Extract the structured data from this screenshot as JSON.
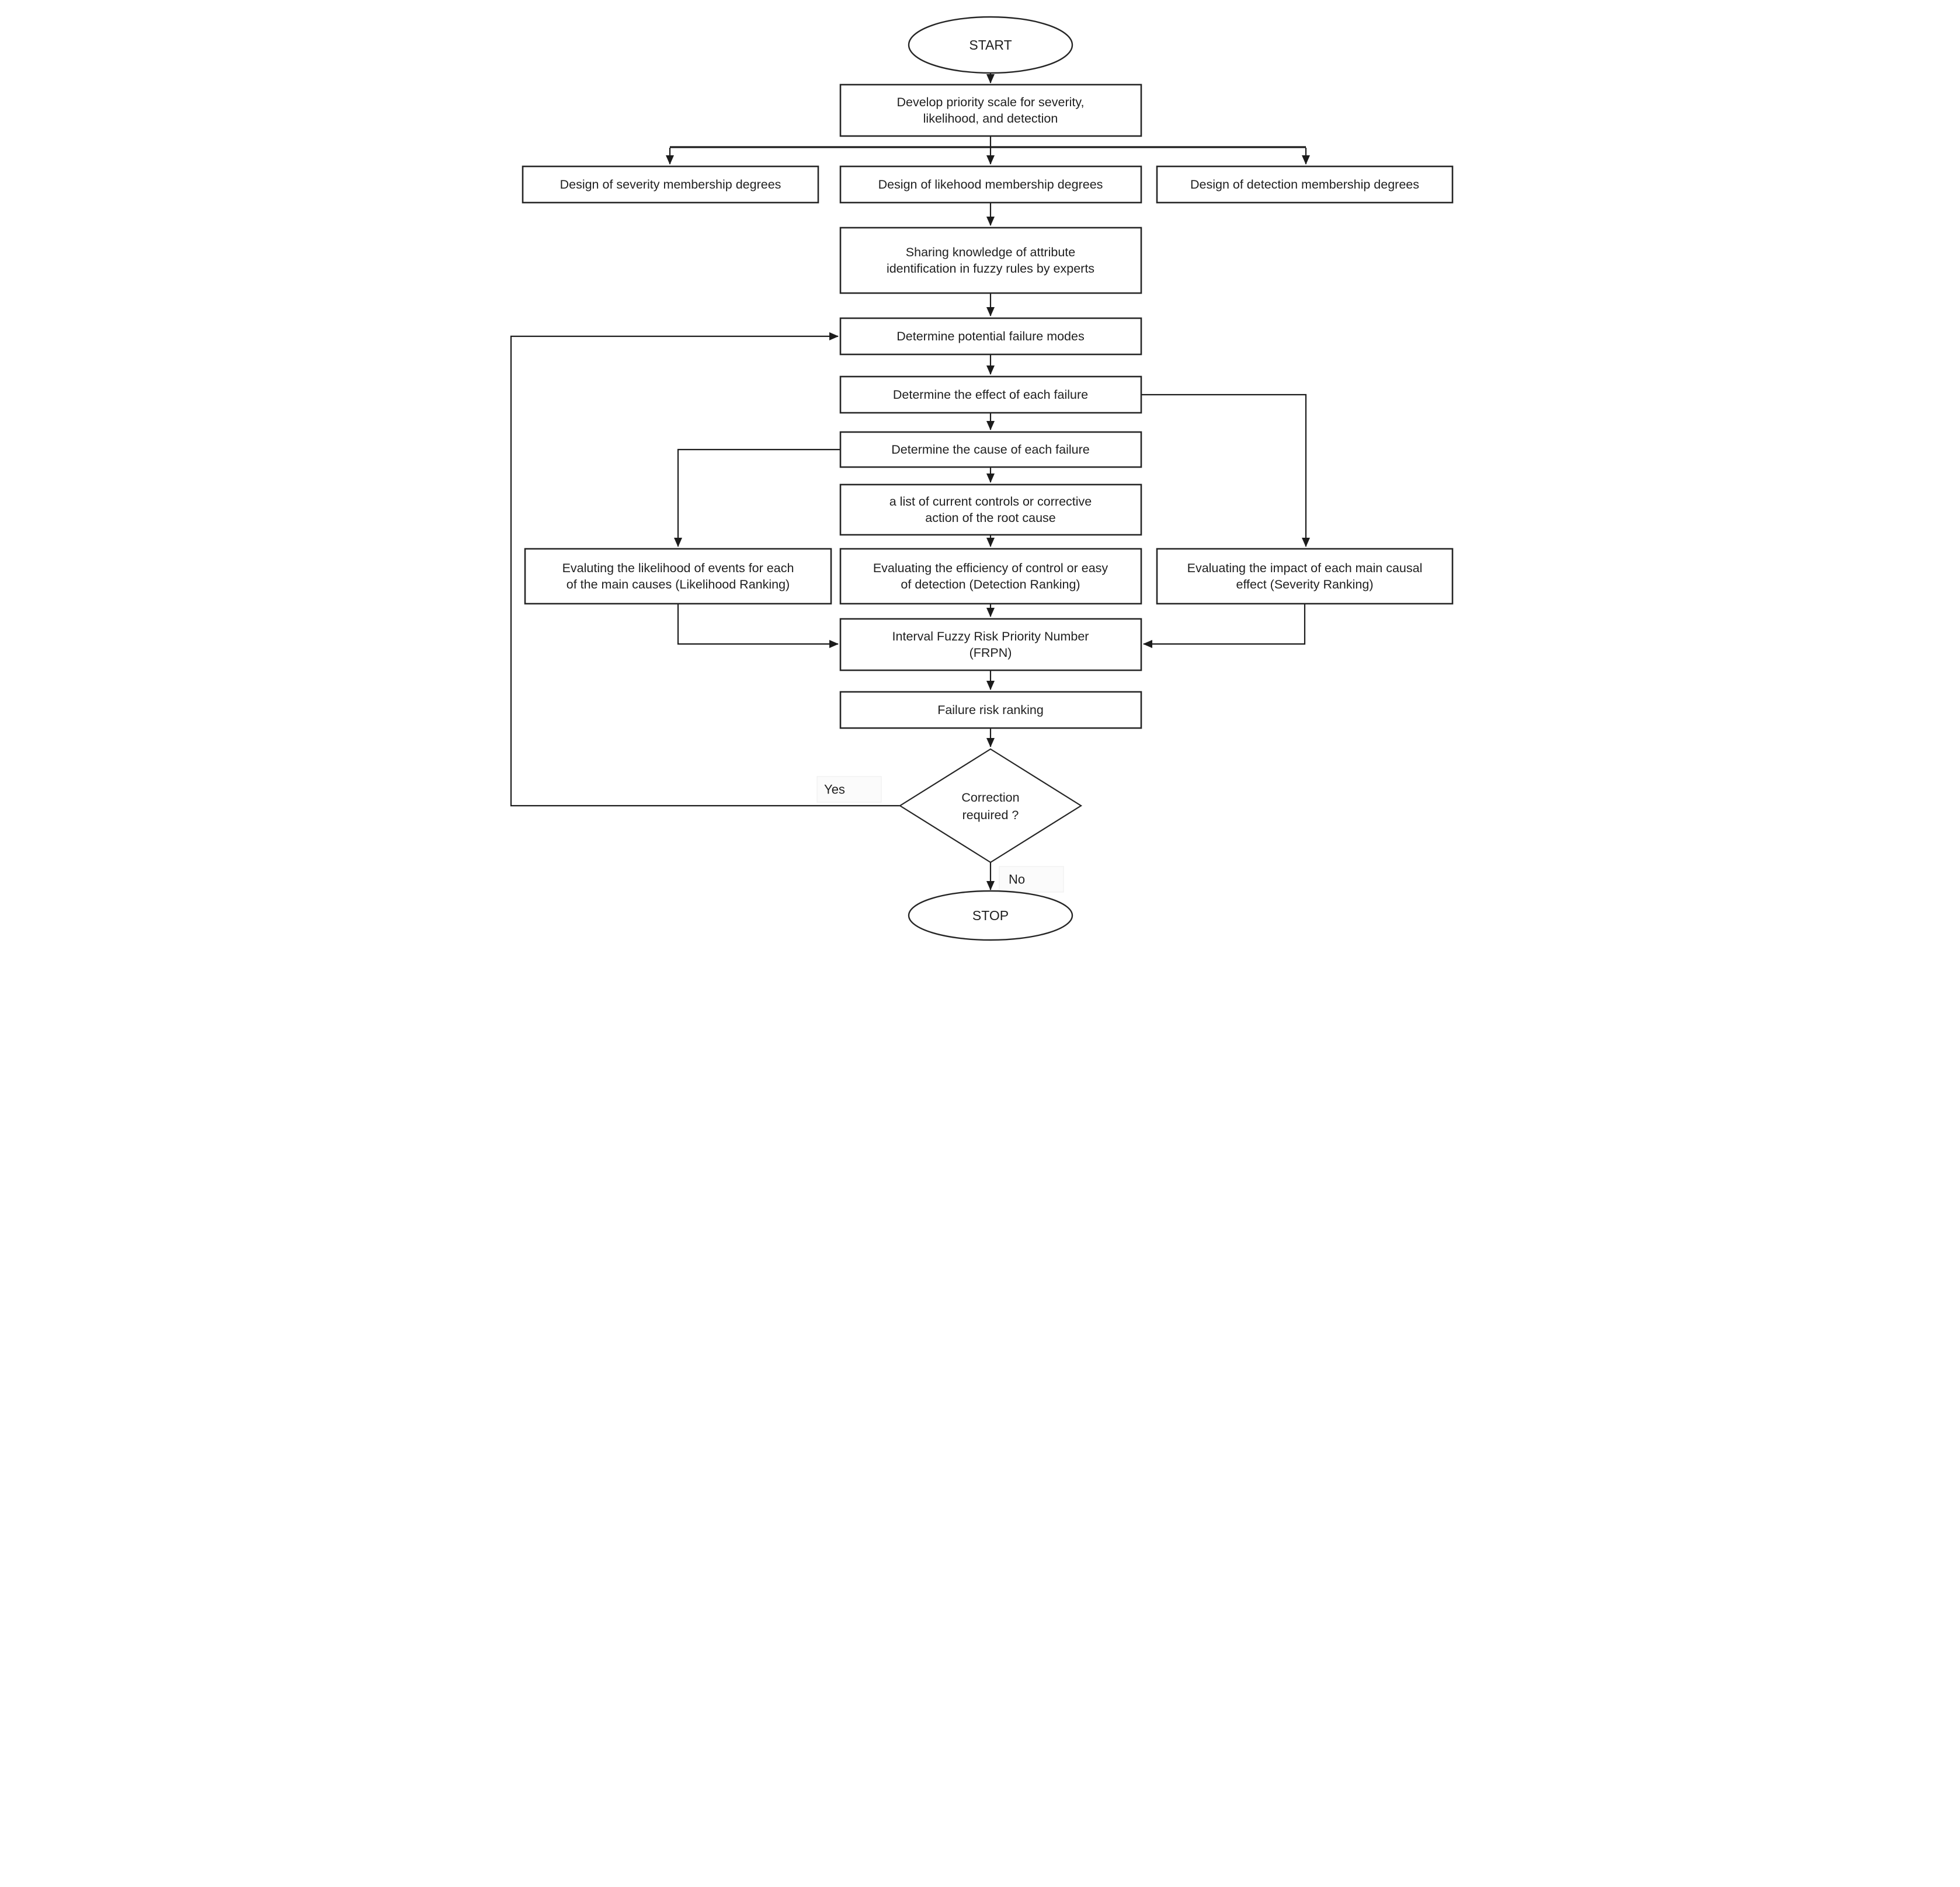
{
  "fc": {
    "nodes": {
      "start": {
        "label": "START"
      },
      "develop": {
        "line1": "Develop priority scale for severity,",
        "line2": "likelihood, and detection"
      },
      "design_severity": {
        "label": "Design of severity  membership degrees"
      },
      "design_likelihood": {
        "label": "Design of likehood membership degrees"
      },
      "design_detection": {
        "label": "Design of detection membership degrees"
      },
      "sharing": {
        "line1": "Sharing knowledge of attribute",
        "line2": "identification in fuzzy rules by experts"
      },
      "potential_failure_modes": {
        "label": "Determine potential failure modes"
      },
      "effect_of_failure": {
        "label": "Determine the effect of each failure"
      },
      "cause_of_failure": {
        "label": "Determine the cause of each failure"
      },
      "current_controls": {
        "line1": "a list of current controls or corrective",
        "line2": "action of the root cause"
      },
      "likelihood_ranking": {
        "line1": "Evaluting the likelihood of events for each",
        "line2": "of the main causes  (Likelihood Ranking)"
      },
      "detection_ranking": {
        "line1": "Evaluating the efficiency of control or easy",
        "line2": "of detection (Detection Ranking)"
      },
      "severity_ranking": {
        "line1": "Evaluating the impact of each main causal",
        "line2": "effect (Severity Ranking)"
      },
      "frpn": {
        "line1": "Interval Fuzzy Risk Priority Number",
        "line2": "(FRPN)"
      },
      "risk_ranking": {
        "label": "Failure risk ranking"
      },
      "decision": {
        "line1": "Correction",
        "line2": "required ?"
      },
      "stop": {
        "label": "STOP"
      }
    },
    "edge_labels": {
      "yes": "Yes",
      "no": "No"
    },
    "colors": {
      "stroke": "#1c1c1c",
      "text": "#1f1f1f",
      "background": "#ffffff"
    }
  }
}
